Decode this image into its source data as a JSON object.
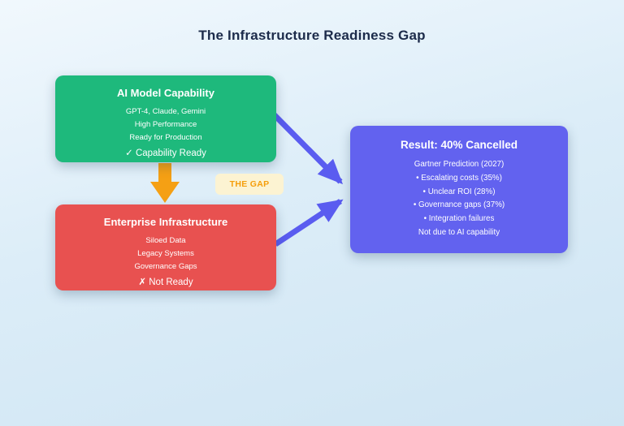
{
  "title": "The Infrastructure Readiness Gap",
  "gap_label": "THE GAP",
  "colors": {
    "background_top": "#f1f8fd",
    "background_bottom": "#cfe5f3",
    "title_text": "#1c2b4a",
    "capability_green": "#1eb97c",
    "infrastructure_red": "#e85150",
    "result_purple": "#6262ef",
    "flow_arrow_blue": "#5a5cf0",
    "gap_arrow_orange": "#f5a014",
    "gap_chip_bg": "#fcf3d2",
    "gap_chip_text": "#f59e0b",
    "node_text": "#ffffff"
  },
  "nodes": {
    "capability": {
      "title": "AI Model Capability",
      "lines": [
        "GPT-4, Claude, Gemini",
        "High Performance",
        "Ready for Production"
      ],
      "status": "✓ Capability Ready"
    },
    "infrastructure": {
      "title": "Enterprise Infrastructure",
      "lines": [
        "Siloed Data",
        "Legacy Systems",
        "Governance Gaps"
      ],
      "status": "✗ Not Ready"
    },
    "result": {
      "title": "Result: 40% Cancelled",
      "subtitle": "Gartner Prediction (2027)",
      "lines": [
        "• Escalating costs (35%)",
        "• Unclear ROI (28%)",
        "• Governance gaps (37%)",
        "• Integration failures"
      ],
      "footer": "Not due to AI capability"
    }
  }
}
